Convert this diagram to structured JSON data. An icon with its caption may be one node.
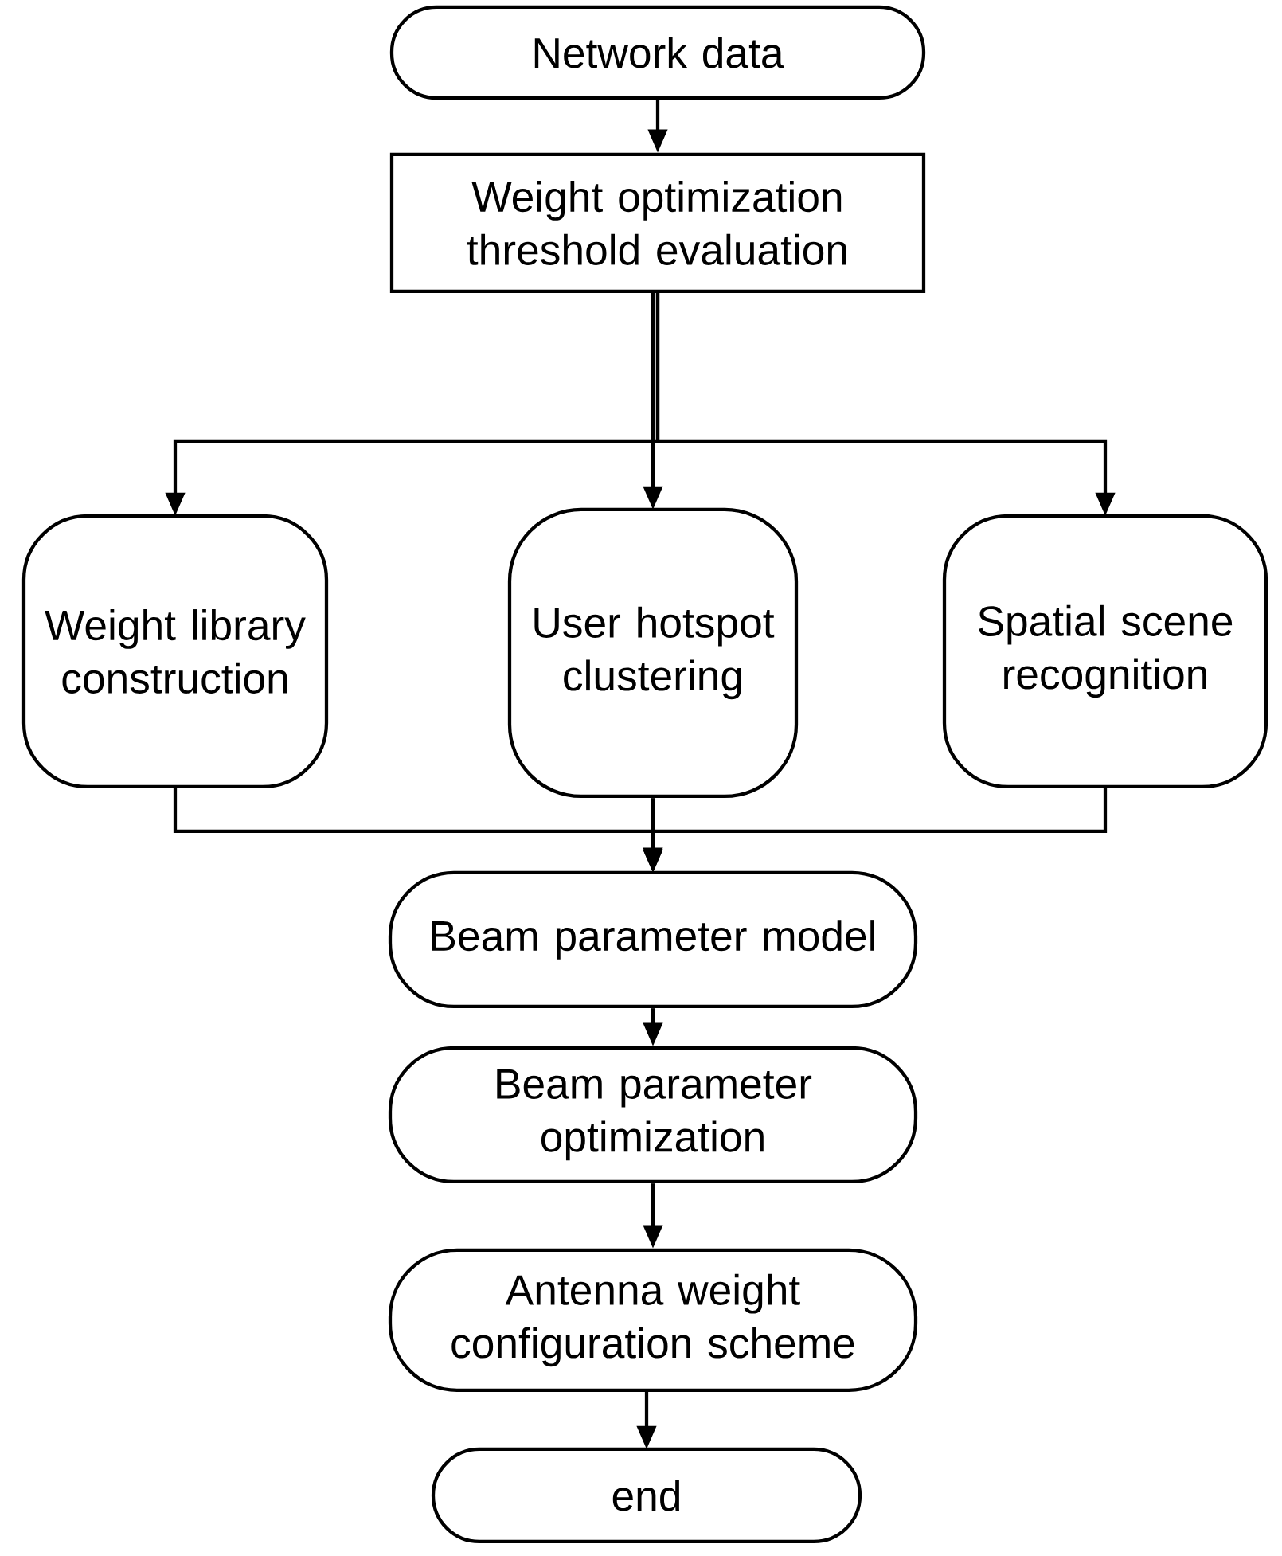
{
  "diagram": {
    "nodes": [
      {
        "text": [
          "Network data"
        ]
      },
      {
        "text": [
          "Weight optimization threshold evaluation"
        ]
      },
      {
        "text": [
          "Weight library construction"
        ]
      },
      {
        "text": [
          "User hotspot clustering"
        ]
      },
      {
        "text": [
          "Spatial scene recognition"
        ]
      },
      {
        "text": [
          "Beam parameter model"
        ]
      },
      {
        "text": [
          "Beam parameter optimization"
        ]
      },
      {
        "text": [
          "Antenna weight configuration scheme"
        ]
      },
      {
        "text": [
          "end"
        ]
      }
    ],
    "edges": [
      {
        "from": 0,
        "to": 1,
        "arrow": "to"
      },
      {
        "from": 1,
        "to": 2,
        "arrow": "to"
      },
      {
        "from": 1,
        "to": 3,
        "arrow": "to"
      },
      {
        "from": 1,
        "to": 4,
        "arrow": "to"
      },
      {
        "from": 2,
        "to": 5,
        "arrow": "to"
      },
      {
        "from": 3,
        "to": 5,
        "arrow": "to"
      },
      {
        "from": 4,
        "to": 5,
        "arrow": "to"
      },
      {
        "from": 5,
        "to": 6,
        "arrow": "to"
      },
      {
        "from": 6,
        "to": 7,
        "arrow": "to"
      },
      {
        "from": 7,
        "to": 8,
        "arrow": "to"
      }
    ]
  }
}
